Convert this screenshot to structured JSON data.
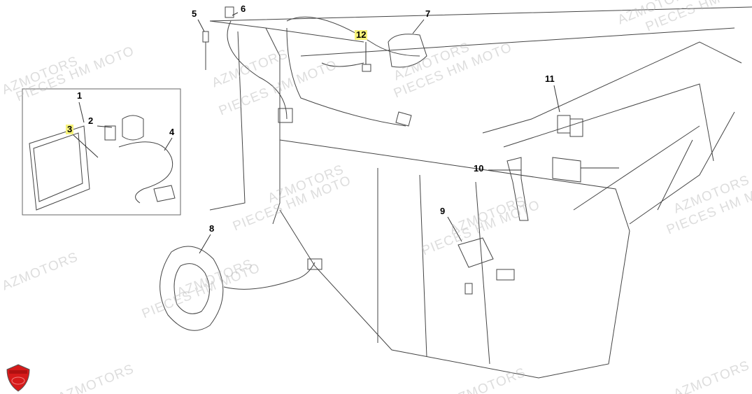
{
  "diagram": {
    "callouts": [
      "1",
      "2",
      "3",
      "4",
      "5",
      "6",
      "7",
      "8",
      "9",
      "10",
      "11",
      "12"
    ],
    "highlighted": [
      "3",
      "12"
    ],
    "highlight_color": "#f6f27a"
  },
  "watermark": {
    "line1": "AZMOTORS",
    "line2": "PIECES HM MOTO"
  },
  "logo": {
    "text": "AZMOTORS",
    "color": "#d61a1a"
  }
}
